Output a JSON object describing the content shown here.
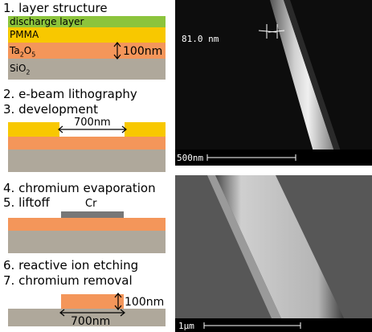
{
  "steps": {
    "s1": "1. layer structure",
    "s2": "2. e-beam lithography",
    "s3": "3. development",
    "s4": "4. chromium evaporation",
    "s5": "5. liftoff",
    "s6": "6. reactive ion etching",
    "s7": "7. chromium removal"
  },
  "layers": {
    "discharge": "discharge layer",
    "pmma": "PMMA",
    "ta2o5_main": "Ta",
    "ta2o5_sub1": "2",
    "ta2o5_o": "O",
    "ta2o5_sub2": "5",
    "sio2_main": "SiO",
    "sio2_sub": "2",
    "cr": "Cr"
  },
  "dims": {
    "thickness1": "100nm",
    "gap": "700nm",
    "thickness2": "100nm",
    "width": "700nm"
  },
  "sem_top": {
    "measure": "81.0 nm",
    "scalebar": "500nm"
  },
  "sem_bottom": {
    "scalebar": "1μm"
  },
  "colors": {
    "discharge": "#8cc43c",
    "pmma": "#f8c800",
    "ta2o5": "#f4965a",
    "sio2": "#afa89b",
    "cr": "#777777"
  }
}
